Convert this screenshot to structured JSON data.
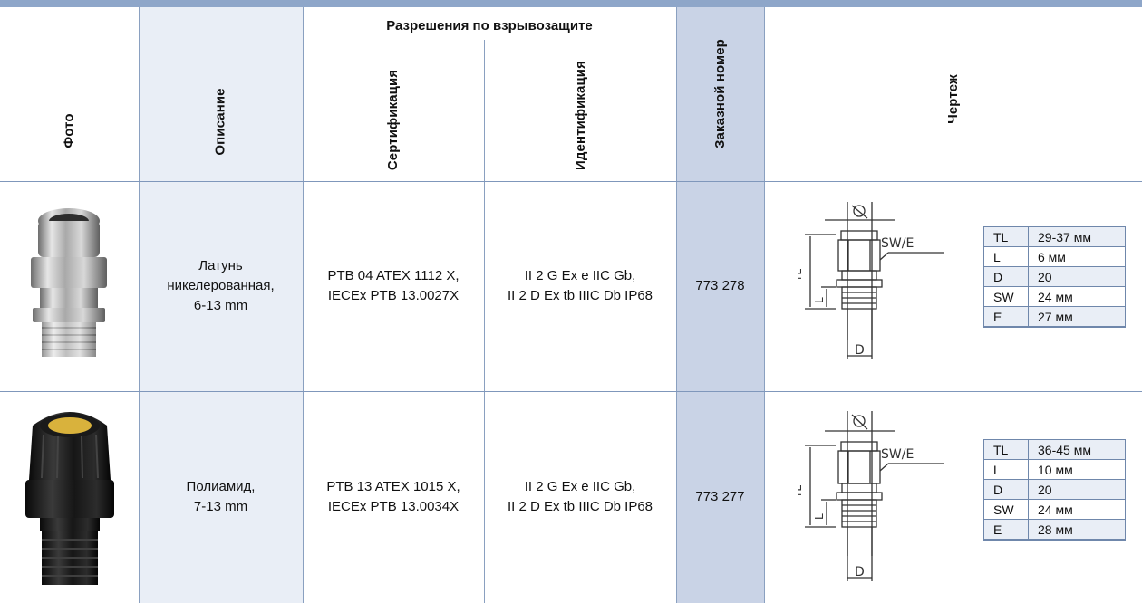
{
  "headers": {
    "photo": "Фото",
    "description": "Описание",
    "group": "Разрешения по взрывозащите",
    "certification": "Сертификация",
    "identification": "Идентификация",
    "order_number": "Заказной номер",
    "drawing": "Чертеж"
  },
  "rows": [
    {
      "description": [
        "Латунь",
        "никелерованная,",
        "6-13 mm"
      ],
      "certification": [
        "PTB 04 ATEX 1112 X,",
        "IECEx PTB 13.0027X"
      ],
      "identification": [
        "II 2 G Ex e IIC Gb,",
        "II 2 D Ex tb IIIC Db IP68"
      ],
      "order_number": "773 278",
      "photo_icon": "nickel-brass-cable-gland",
      "drawing": {
        "diameter_symbol": "Ø",
        "sw_label": "SW/E",
        "tl_label": "TL",
        "l_label": "L",
        "d_label": "D"
      },
      "dimensions": [
        {
          "key": "TL",
          "value": "29-37 мм"
        },
        {
          "key": "L",
          "value": "6 мм"
        },
        {
          "key": "D",
          "value": "20"
        },
        {
          "key": "SW",
          "value": "24 мм"
        },
        {
          "key": "E",
          "value": "27 мм"
        }
      ]
    },
    {
      "description": [
        "Полиамид,",
        "7-13 mm"
      ],
      "certification": [
        "PTB 13 ATEX 1015 X,",
        "IECEx PTB 13.0034X"
      ],
      "identification": [
        "II 2 G Ex e IIC Gb,",
        "II 2 D Ex tb IIIC Db IP68"
      ],
      "order_number": "773 277",
      "photo_icon": "black-polyamide-cable-gland",
      "drawing": {
        "diameter_symbol": "Ø",
        "sw_label": "SW/E",
        "tl_label": "TL",
        "l_label": "L",
        "d_label": "D"
      },
      "dimensions": [
        {
          "key": "TL",
          "value": "36-45 мм"
        },
        {
          "key": "L",
          "value": "10 мм"
        },
        {
          "key": "D",
          "value": "20"
        },
        {
          "key": "SW",
          "value": "24 мм"
        },
        {
          "key": "E",
          "value": "28 мм"
        }
      ]
    }
  ],
  "colors": {
    "header_band": "#8ea6c9",
    "description_column": "#e9eef6",
    "order_column": "#c9d3e6",
    "grid_line": "#8aa0c0"
  }
}
